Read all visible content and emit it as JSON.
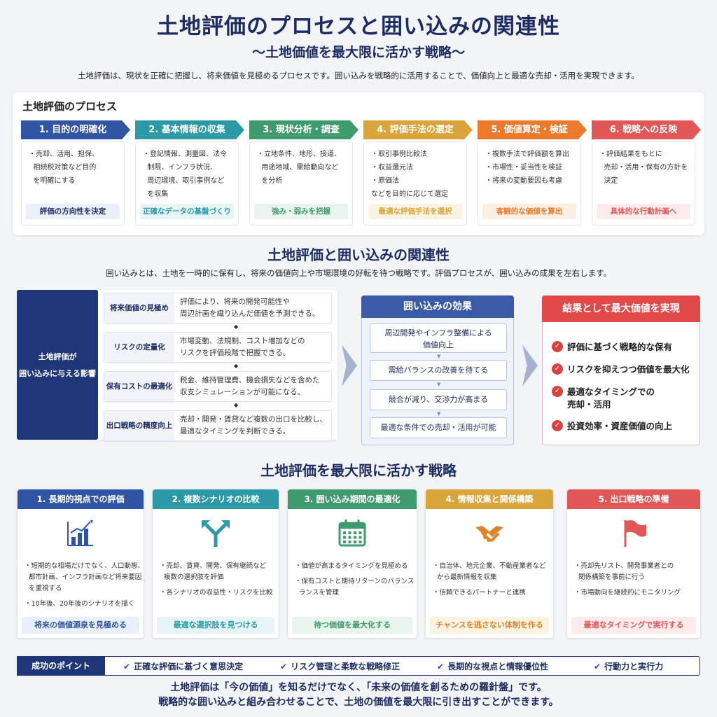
{
  "header": {
    "title": "土地評価のプロセスと囲い込みの関連性",
    "subtitle": "〜土地価値を最大限に活かす戦略〜",
    "intro": "土地評価は、現状を正確に把握し、将来価値を見極めるプロセスです。囲い込みを戦略的に活用することで、価値向上と最適な売却・活用を実現できます。"
  },
  "process": {
    "heading": "土地評価のプロセス",
    "steps": [
      {
        "title": "1. 目的の明確化",
        "items": [
          "・売却、活用、担保、",
          "  相続税対策など目的",
          "  を明確にする"
        ],
        "result": "評価の方向性を決定"
      },
      {
        "title": "2. 基本情報の収集",
        "items": [
          "・登記情報、測量図、法令",
          "  制限、インフラ状況、",
          "  周辺環境、取引事例など",
          "  を収集"
        ],
        "result": "正確なデータの基盤づくり"
      },
      {
        "title": "3. 現状分析・調査",
        "items": [
          "・立地条件、地形、接道、",
          "  用途地域、需給動向など",
          "  を分析"
        ],
        "result": "強み・弱みを把握"
      },
      {
        "title": "4. 評価手法の選定",
        "items": [
          "・取引事例比較法",
          "・収益還元法",
          "・原価法",
          "などを目的に応じて選定"
        ],
        "result": "最適な評価手法を選択"
      },
      {
        "title": "5. 価値算定・検証",
        "items": [
          "・複数手法で評価額を算出",
          "・市場性・妥当性を検証",
          "・将来の変動要因も考慮"
        ],
        "result": "客観的な価値を算出"
      },
      {
        "title": "6. 戦略への反映",
        "items": [
          "・評価結果をもとに",
          "  売却・活用・保有の方針を",
          "  決定"
        ],
        "result": "具体的な行動計画へ"
      }
    ]
  },
  "relation": {
    "heading": "土地評価と囲い込みの関連性",
    "description": "囲い込みとは、土地を一時的に保有し、将来の価値向上や市場環境の好転を待つ戦略です。評価プロセスが、囲い込みの成果を左右します。",
    "impact_title": [
      "土地評価が",
      "囲い込みに与える影響"
    ],
    "impacts": [
      {
        "label": "将来価値の見極め",
        "text": [
          "評価により、将来の開発可能性や",
          "周辺計画を織り込んだ価値を予測できる。"
        ]
      },
      {
        "label": "リスクの定量化",
        "text": [
          "市場変動、法規制、コスト増加などの",
          "リスクを評価段階で把握できる。"
        ]
      },
      {
        "label": "保有コストの最適化",
        "text": [
          "税金、維持管理費、機会損失などを含めた",
          "収支シミュレーションが可能になる。"
        ]
      },
      {
        "label": "出口戦略の精度向上",
        "text": [
          "売却・開発・賃貸など複数の出口を比較し、",
          "最適なタイミングを判断できる。"
        ]
      }
    ],
    "effects": {
      "title": "囲い込みの効果",
      "items": [
        [
          "周辺開発やインフラ整備による",
          "価値向上"
        ],
        [
          "需給バランスの改善を待てる"
        ],
        [
          "競合が減り、交渉力が高まる"
        ],
        [
          "最適な条件での売却・活用が可能"
        ]
      ]
    },
    "results": {
      "title": "結果として最大価値を実現",
      "items": [
        [
          "評価に基づく戦略的な保有"
        ],
        [
          "リスクを抑えつつ価値を最大化"
        ],
        [
          "最適なタイミングでの",
          "売却・活用"
        ],
        [
          "投資効率・資産価値の向上"
        ]
      ]
    }
  },
  "strategy": {
    "heading": "土地評価を最大限に活かす戦略",
    "cards": [
      {
        "title": "1. 長期的視点での評価",
        "icon": "bar-chart-icon",
        "items": [
          [
            "・短期的な相場だけでなく、人口動態、",
            "  都市計画、インフラ計画など将来要因",
            "  を重視する"
          ],
          [
            "・10年後、20年後のシナリオを描く"
          ]
        ],
        "result": "将来の価値源泉を見極める"
      },
      {
        "title": "2. 複数シナリオの比較",
        "icon": "branch-arrows-icon",
        "items": [
          [
            "・売却、賃貸、開発、保有継続など",
            "  複数の選択肢を評価"
          ],
          [
            "・各シナリオの収益性・リスクを比較"
          ]
        ],
        "result": "最適な選択肢を見つける"
      },
      {
        "title": "3. 囲い込み期間の最適化",
        "icon": "calendar-icon",
        "items": [
          [
            "・価値が高まるタイミングを見極める"
          ],
          [
            "・保有コストと期待リターンのバランス",
            "  ランスを管理"
          ]
        ],
        "result": "待つ価値を最大化する"
      },
      {
        "title": "4. 情報収集と関係構築",
        "icon": "handshake-icon",
        "items": [
          [
            "・自治体、地元企業、不動産業者など",
            "  から最新情報を収集"
          ],
          [
            "・信頼できるパートナーと連携"
          ]
        ],
        "result": "チャンスを逃さない体制を作る"
      },
      {
        "title": "5. 出口戦略の準備",
        "icon": "flag-icon",
        "items": [
          [
            "・売却先リスト、開発事業者との",
            "  関係構築を事前に行う"
          ],
          [
            "・市場動向を継続的にモニタリング"
          ]
        ],
        "result": "最適なタイミングで実行する"
      }
    ]
  },
  "success": {
    "label": "成功のポイント",
    "items": [
      "正確な評価に基づく意思決定",
      "リスク管理と柔軟な戦略修正",
      "長期的な視点と情報優位性",
      "行動力と実行力"
    ]
  },
  "closing": [
    "土地評価は「今の価値」を知るだけでなく、「未来の価値を創るための羅針盤」です。",
    "戦略的な囲い込みと組み合わせることで、土地の価値を最大限に引き出すことができます。"
  ],
  "colors": {
    "navy": "#1d2d63",
    "steps": [
      "#2f55a4",
      "#2b9aa6",
      "#3f9a6e",
      "#d9a43a",
      "#ec7a2c",
      "#e15757"
    ],
    "step_tint": [
      "#eaf0fa",
      "#e6f4f5",
      "#e8f4ec",
      "#fbf3e1",
      "#fdeee2",
      "#fdeaea"
    ],
    "strategy": [
      "#2f55a4",
      "#2b9aa6",
      "#3f9a6e",
      "#d9a43a",
      "#e15757"
    ]
  }
}
